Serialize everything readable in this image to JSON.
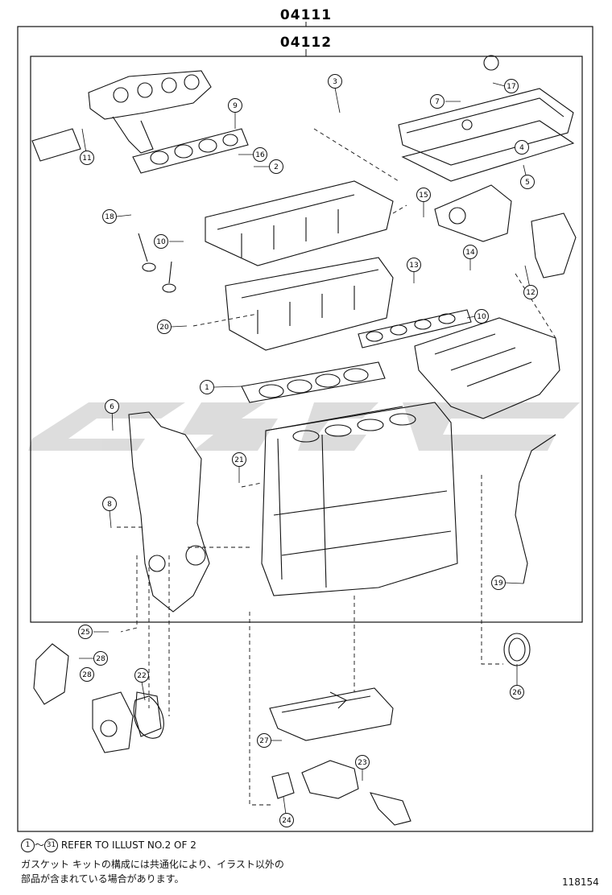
{
  "header": {
    "outer_kit_code": "04111",
    "inner_kit_code": "04112"
  },
  "callouts": [
    {
      "number": "1",
      "part": "cylinder-head-gasket"
    },
    {
      "number": "2",
      "part": "gasket"
    },
    {
      "number": "3",
      "part": "water-outlet-gasket"
    },
    {
      "number": "4",
      "part": "seal-ring"
    },
    {
      "number": "5",
      "part": "head-cover-gasket"
    },
    {
      "number": "6",
      "part": "gasket"
    },
    {
      "number": "7",
      "part": "gasket"
    },
    {
      "number": "8",
      "part": "o-ring"
    },
    {
      "number": "9",
      "part": "exhaust-manifold-gasket"
    },
    {
      "number": "10",
      "part": "intake-manifold-gasket"
    },
    {
      "number": "10",
      "part": "valve-stem-seal"
    },
    {
      "number": "11",
      "part": "gasket"
    },
    {
      "number": "12",
      "part": "gasket"
    },
    {
      "number": "13",
      "part": "o-ring"
    },
    {
      "number": "14",
      "part": "o-ring"
    },
    {
      "number": "15",
      "part": "gasket"
    },
    {
      "number": "16",
      "part": "gasket"
    },
    {
      "number": "17",
      "part": "gasket"
    },
    {
      "number": "18",
      "part": "seal"
    },
    {
      "number": "19",
      "part": "o-ring"
    },
    {
      "number": "20",
      "part": "o-ring"
    },
    {
      "number": "21",
      "part": "o-ring"
    },
    {
      "number": "22",
      "part": "water-pump-gasket"
    },
    {
      "number": "23",
      "part": "gasket"
    },
    {
      "number": "24",
      "part": "gasket"
    },
    {
      "number": "25",
      "part": "oil-seal"
    },
    {
      "number": "26",
      "part": "rear-oil-seal"
    },
    {
      "number": "27",
      "part": "gasket"
    },
    {
      "number": "28",
      "part": "o-ring"
    },
    {
      "number": "28",
      "part": "o-ring"
    }
  ],
  "notes": {
    "range_start": "1",
    "range_end": "31",
    "range_sep": "～",
    "refer_text": "REFER TO ILLUST NO.2 OF 2",
    "jp_line_1": "ガスケット キットの構成には共通化により、イラスト以外の",
    "jp_line_2": "部品が含まれている場合があります。"
  },
  "illustration_number": "118154",
  "watermark_icon": "brand-logo-watermark-icon",
  "colors": {
    "line": "#111111",
    "watermark": "#d9d9d9",
    "background": "#ffffff"
  }
}
